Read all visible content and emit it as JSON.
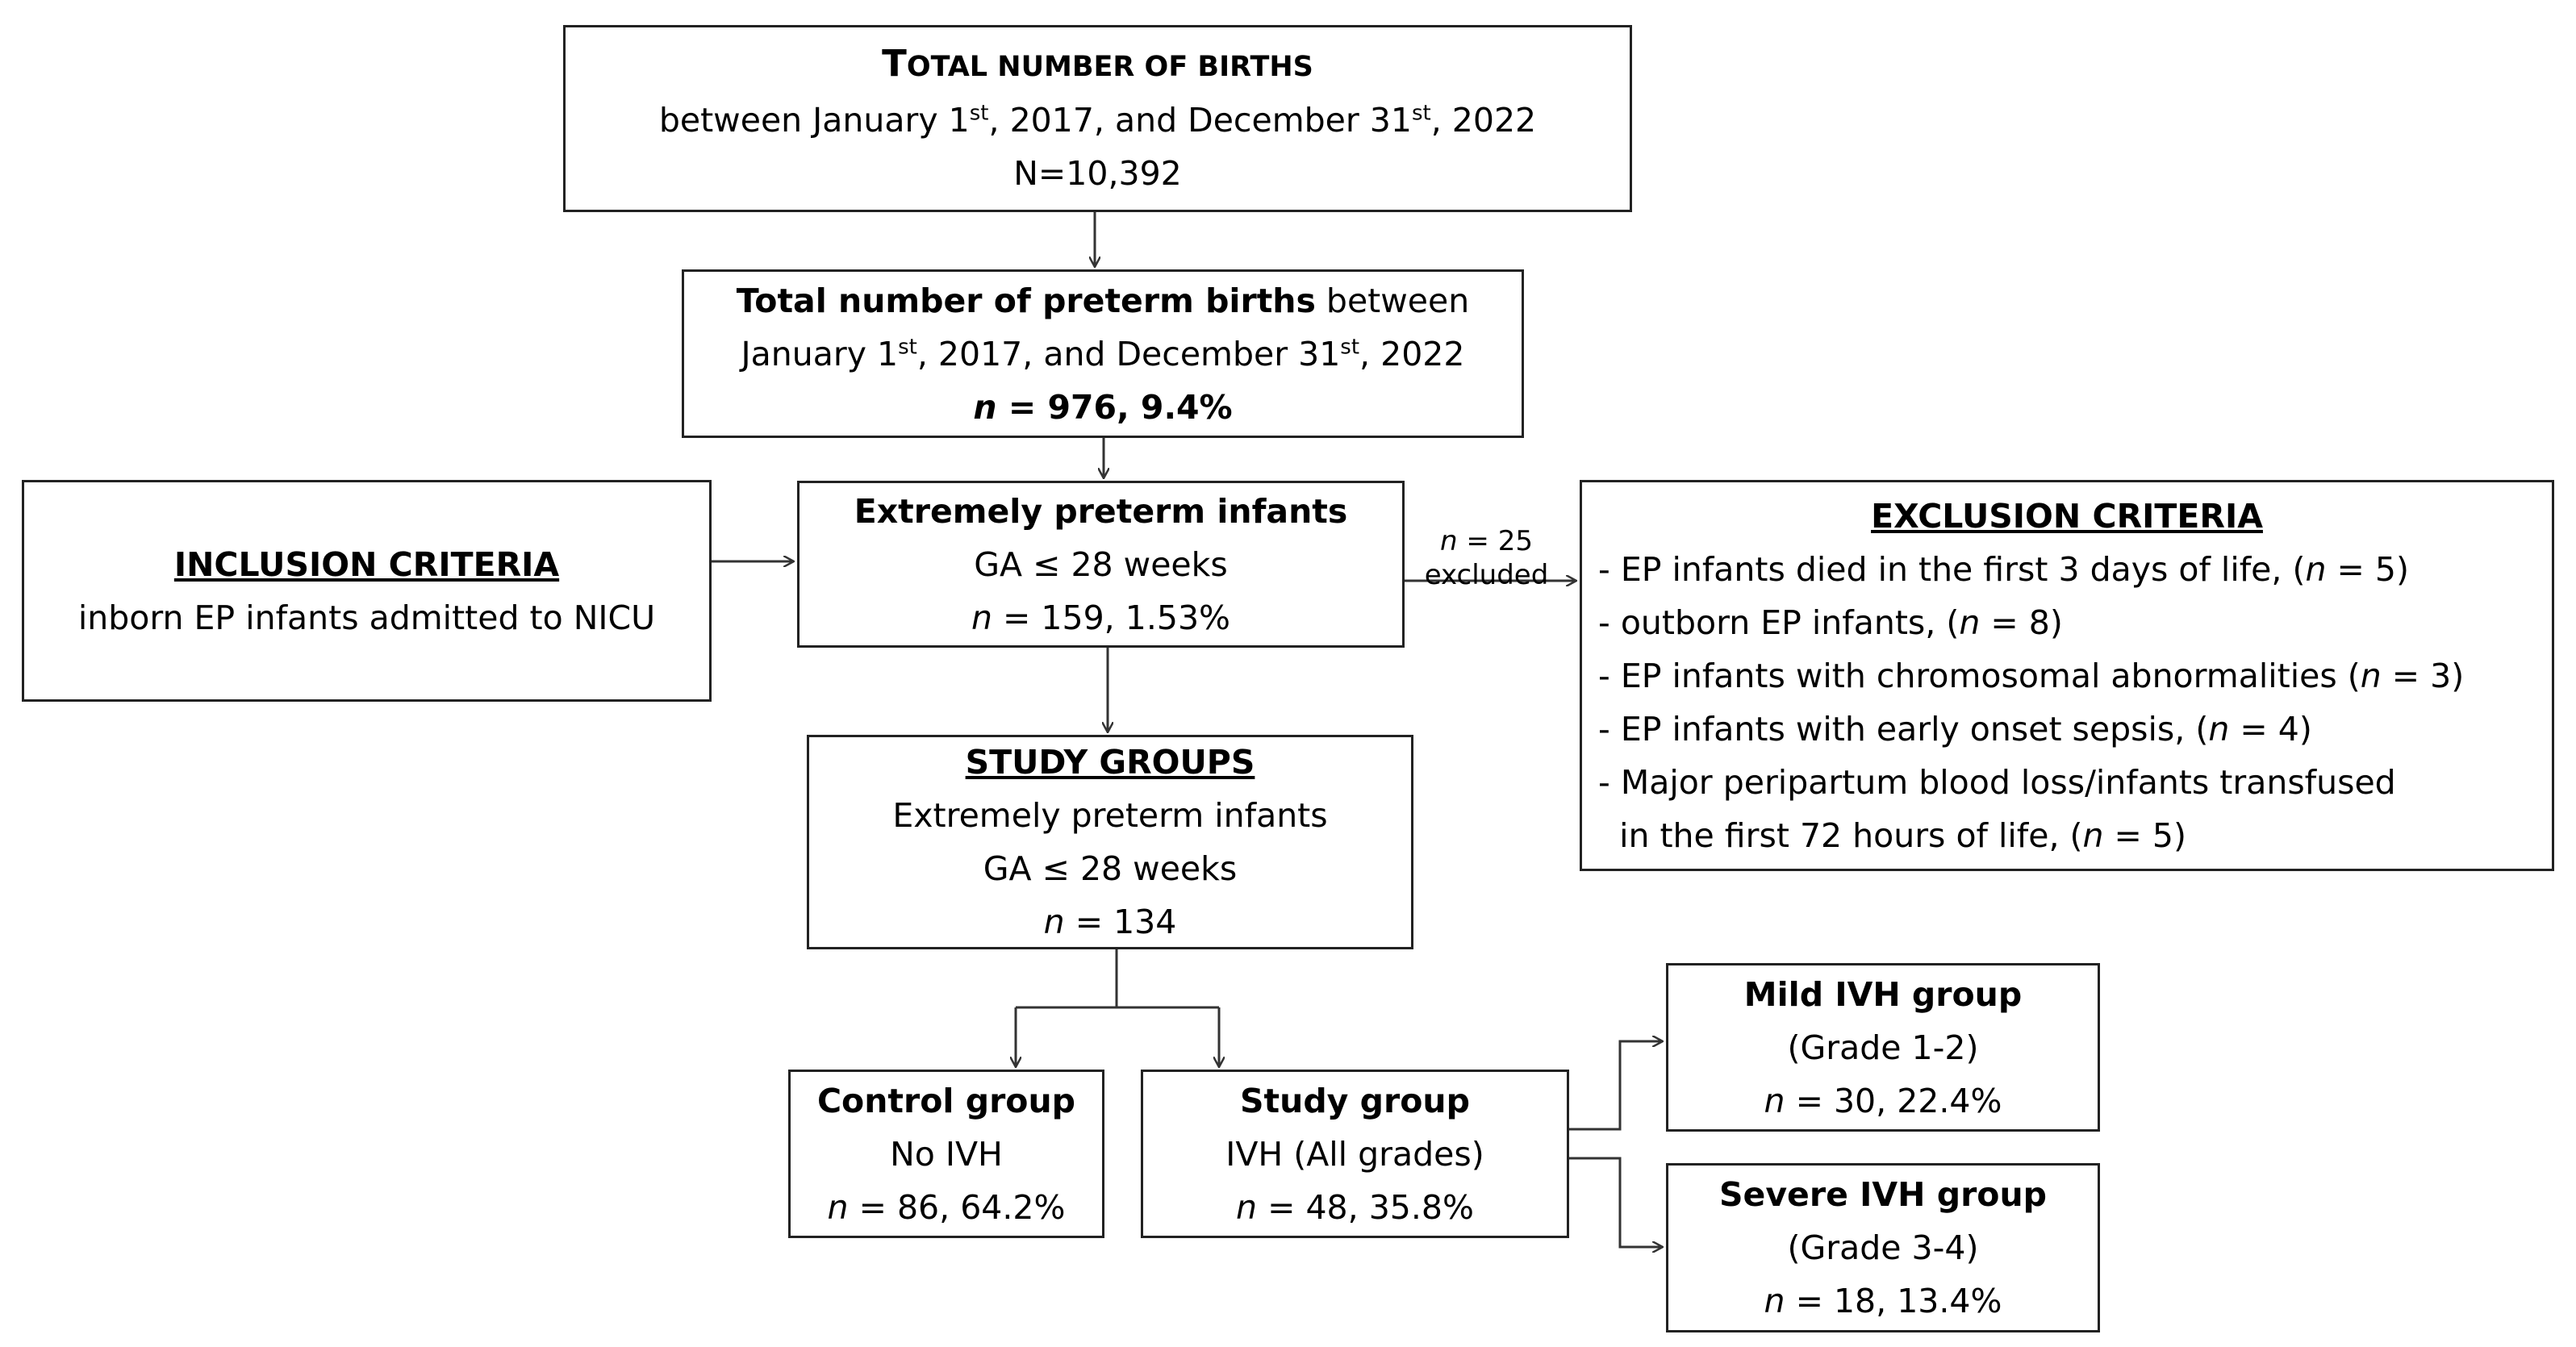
{
  "boxes": {
    "total_births": {
      "title_cap1": "T",
      "title_rest1": "OTAL NUMBER OF BIRTHS",
      "period_prefix": "between January 1",
      "sup1": "st",
      "period_mid": ", 2017, and December 31",
      "sup2": "st",
      "period_suffix": ", 2022",
      "n": "N=10,392"
    },
    "preterm": {
      "title": "Total number of preterm births",
      "title_suffix": " between",
      "period_prefix": "January 1",
      "sup1": "st",
      "period_mid": ", 2017, and December 31",
      "sup2": "st",
      "period_suffix": ", 2022",
      "n_italic": "n",
      "n_rest": " = 976, 9.4%"
    },
    "extremely_preterm": {
      "title": "Extremely preterm infants",
      "criteria": "GA ≤ 28 weeks",
      "n_italic": "n",
      "n_rest": " = 159, 1.53%"
    },
    "inclusion": {
      "title": "INCLUSION CRITERIA",
      "text": "inborn EP infants admitted to NICU"
    },
    "exclusion": {
      "title": "EXCLUSION CRITERIA",
      "items": [
        {
          "pre": "- EP infants died in the first 3 days of life, (",
          "n": "n",
          "post": " = 5)"
        },
        {
          "pre": "- outborn EP infants, (",
          "n": "n",
          "post": " = 8)"
        },
        {
          "pre": "- EP infants with chromosomal abnormalities (",
          "n": "n",
          "post": " = 3)"
        },
        {
          "pre": "- EP infants with early onset sepsis, (",
          "n": "n",
          "post": " = 4)"
        },
        {
          "pre": "- Major peripartum blood loss/infants transfused",
          "n": "",
          "post": ""
        },
        {
          "pre": "  in the first 72 hours of life, (",
          "n": "n",
          "post": " = 5)"
        }
      ]
    },
    "study_groups": {
      "title": "STUDY GROUPS",
      "line1": "Extremely preterm infants",
      "line2": "GA ≤ 28 weeks",
      "n_italic": "n",
      "n_rest": " = 134"
    },
    "control": {
      "title": "Control group",
      "desc": "No IVH",
      "n_italic": "n",
      "n_rest": " = 86, 64.2%"
    },
    "study": {
      "title": "Study group",
      "desc": "IVH (All grades)",
      "n_italic": "n",
      "n_rest": " = 48, 35.8%"
    },
    "mild": {
      "title": "Mild IVH group",
      "desc": "(Grade 1-2)",
      "n_italic": "n",
      "n_rest": " = 30, 22.4%"
    },
    "severe": {
      "title": "Severe IVH group",
      "desc": "(Grade 3-4)",
      "n_italic": "n",
      "n_rest": " = 18, 13.4%"
    }
  },
  "excluded_label": {
    "n_italic": "n",
    "n_rest": " = 25",
    "text": "excluded"
  }
}
